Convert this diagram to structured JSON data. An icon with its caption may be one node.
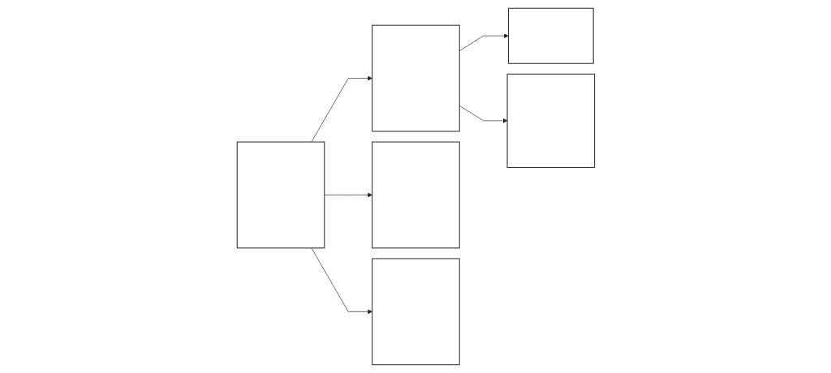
{
  "diagram": {
    "nodes": [
      {
        "text": [],
        "shape": "box"
      },
      {
        "text": [],
        "shape": "box"
      },
      {
        "text": [],
        "shape": "box"
      },
      {
        "text": [],
        "shape": "box"
      },
      {
        "text": [],
        "shape": "box"
      },
      {
        "text": [],
        "shape": "box"
      }
    ],
    "edges": [
      {
        "from": 0,
        "to": 1,
        "arrow": "to"
      },
      {
        "from": 0,
        "to": 4,
        "arrow": "to"
      },
      {
        "from": 0,
        "to": 5,
        "arrow": "to"
      },
      {
        "from": 1,
        "to": 2,
        "arrow": "to"
      },
      {
        "from": 1,
        "to": 3,
        "arrow": "to"
      }
    ]
  }
}
